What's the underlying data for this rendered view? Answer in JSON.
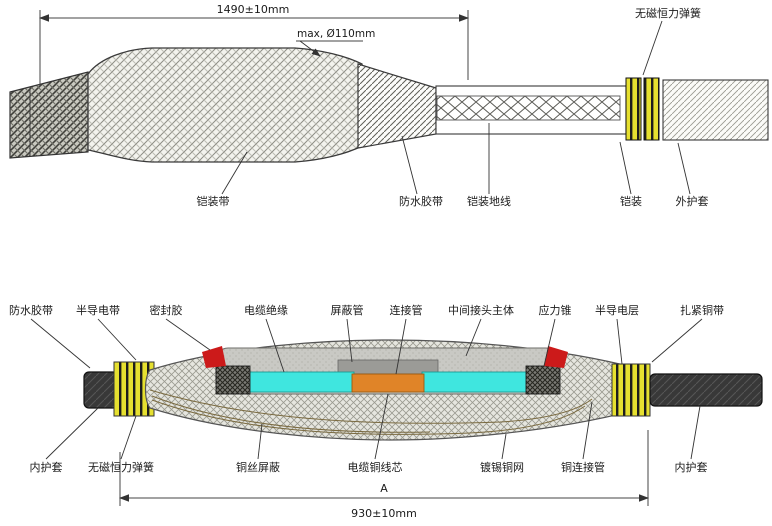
{
  "top": {
    "dim_length": "1490±10mm",
    "dim_diameter": "max, Ø110mm",
    "spring_label": "无磁恒力弹簧",
    "labels": [
      "铠装带",
      "防水胶带",
      "铠装地线",
      "铠装",
      "外护套"
    ]
  },
  "bottom": {
    "top_labels": [
      "防水胶带",
      "半导电带",
      "密封胶",
      "电缆绝缘",
      "屏蔽管",
      "连接管",
      "中间接头主体",
      "应力锥",
      "半导电层",
      "扎紧铜带"
    ],
    "bottom_labels": [
      "内护套",
      "无磁恒力弹簧",
      "铜丝屏蔽",
      "电缆铜线芯",
      "镀锡铜网",
      "铜连接管",
      "内护套"
    ],
    "dim_label": "A",
    "dim_length": "930±10mm"
  },
  "colors": {
    "spring_yellow": "#e6e030",
    "insulation_cyan": "#3fe6df",
    "connector_orange": "#e08428",
    "seal_red": "#cc1a1a",
    "line": "#333333"
  }
}
